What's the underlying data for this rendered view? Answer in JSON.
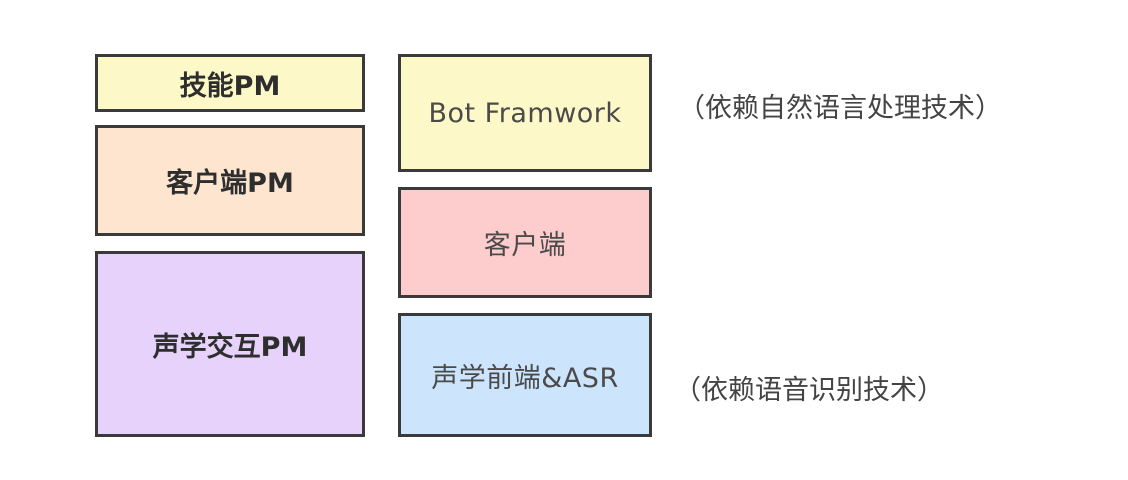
{
  "roles": {
    "skill_pm": {
      "label": "技能PM",
      "color": "#fdf8c8"
    },
    "client_pm": {
      "label": "客户端PM",
      "color": "#fde5cf"
    },
    "acoustic_pm": {
      "label": "声学交互PM",
      "color": "#e6d2fb"
    }
  },
  "systems": {
    "bot_framework": {
      "label": "Bot Framwork",
      "color": "#fdf8c8"
    },
    "client": {
      "label": "客户端",
      "color": "#fdcccd"
    },
    "acoustic_frontend": {
      "label": "声学前端&ASR",
      "color": "#cde5fc"
    }
  },
  "notes": {
    "nlp": "（依赖自然语言处理技术）",
    "asr": "（依赖语音识别技术）"
  },
  "border_color": "#3a3a3a"
}
